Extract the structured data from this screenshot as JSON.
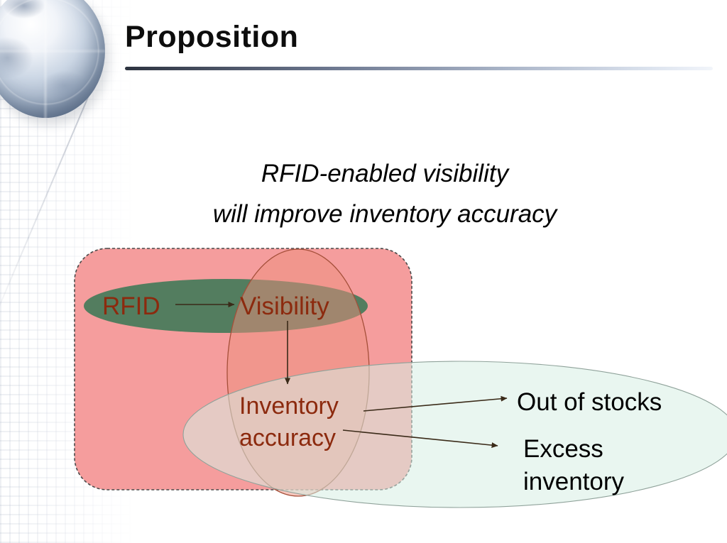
{
  "slide": {
    "title": "Proposition",
    "subtitle": {
      "line1": "RFID-enabled visibility",
      "line2": "will improve inventory accuracy"
    }
  },
  "diagram": {
    "labels": {
      "rfid": "RFID",
      "visibility": "Visibility",
      "inventory_line1": "Inventory",
      "inventory_line2": "accuracy",
      "out_of_stocks": "Out of stocks",
      "excess_line1": "Excess",
      "excess_line2": "inventory"
    },
    "colors": {
      "pink_box": "#f49898",
      "pink_box_border": "#4a4a4a",
      "green_ellipse": "#537d5f",
      "green_border": "#3c5e48",
      "salmon_ellipse": "#ee8f7e",
      "salmon_border": "#a5503a",
      "teal_ellipse": "#d7efe3",
      "teal_border": "#8fa29a",
      "dark_red_text": "#8c2a0e",
      "black_text": "#000000",
      "arrow": "#3a2a18"
    }
  }
}
